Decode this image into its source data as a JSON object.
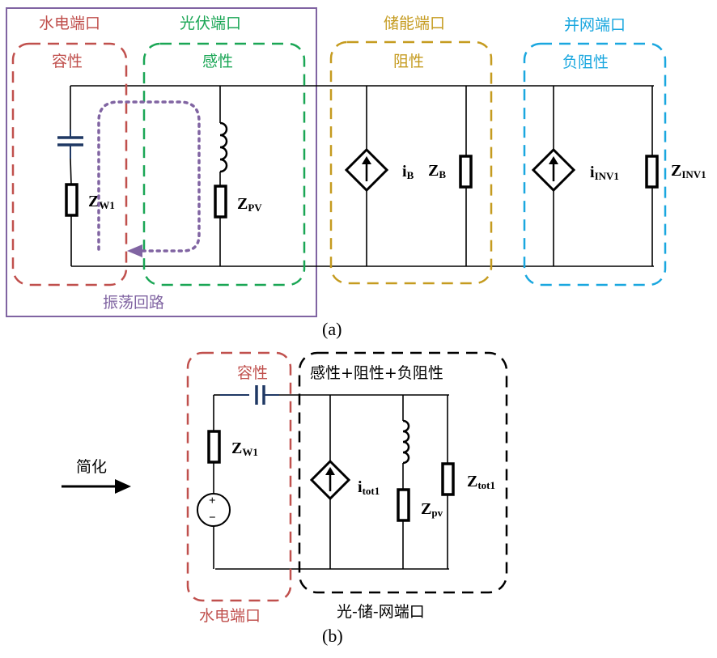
{
  "colors": {
    "hydro": "#c0504d",
    "pv": "#1aa655",
    "storage": "#c59b1f",
    "grid": "#1aa7df",
    "loop": "#8064a2",
    "capacitor": "#1f3864",
    "black": "#000000"
  },
  "panel_a": {
    "caption": "(a)",
    "ports": [
      {
        "name": "水电端口",
        "property": "容性"
      },
      {
        "name": "光伏端口",
        "property": "感性"
      },
      {
        "name": "储能端口",
        "property": "阻性"
      },
      {
        "name": "并网端口",
        "property": "负阻性"
      }
    ],
    "loop_label": "振荡回路",
    "components": {
      "zw1": {
        "main": "Z",
        "sub": "W1"
      },
      "zpv": {
        "main": "Z",
        "sub": "PV"
      },
      "ib": {
        "main": "i",
        "sub": "B"
      },
      "zb": {
        "main": "Z",
        "sub": "B"
      },
      "iinv": {
        "main": "i",
        "sub": "INV1"
      },
      "zinv": {
        "main": "Z",
        "sub": "INV1"
      }
    }
  },
  "arrow_label": "简化",
  "panel_b": {
    "caption": "(b)",
    "hydro_property": "容性",
    "hydro_port": "水电端口",
    "combined_property": "感性+阻性+负阻性",
    "combined_port": "光-储-网端口",
    "source_plus": "+",
    "source_minus": "−",
    "components": {
      "zw1": {
        "main": "Z",
        "sub": "W1"
      },
      "itot": {
        "main": "i",
        "sub": "tot1"
      },
      "zpv": {
        "main": "Z",
        "sub": "pv"
      },
      "ztot": {
        "main": "Z",
        "sub": "tot1"
      }
    }
  }
}
